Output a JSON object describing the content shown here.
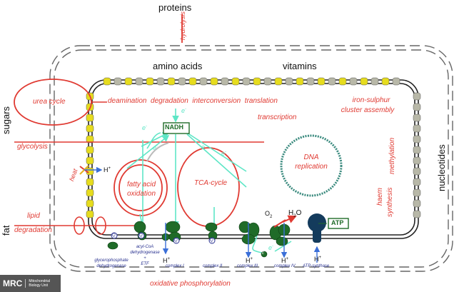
{
  "labels": {
    "proteins": "proteins",
    "hydrolysis": "hydrolysis",
    "amino_acids": "amino acids",
    "vitamins": "vitamins",
    "sugars": "sugars",
    "glycolysis": "glycolysis",
    "heat": "heat",
    "fat": "fat",
    "lipid_degradation_1": "lipid",
    "lipid_degradation_2": "degradation",
    "nucleotides": "nucleotides",
    "urea_cycle": "urea cycle",
    "membrane_processes": "deamination  degradation  interconversion  translation",
    "iron_sulphur_1": "iron-sulphur",
    "iron_sulphur_2": "cluster assembly",
    "transcription": "transcription",
    "methylation": "methylation",
    "haem_1": "haem",
    "haem_2": "synthesis",
    "nadh": "NADH",
    "electron": "e",
    "electron_sup": "-",
    "fatty_acid_1": "fatty acid",
    "fatty_acid_2": "oxidation",
    "tca_cycle": "TCA-cycle",
    "dna_1": "DNA",
    "dna_2": "replication",
    "o2": "O",
    "o2_sub": "2",
    "h2o": "H",
    "h2o_sub": "2",
    "h2o_tail": "O",
    "atp": "ATP",
    "hplus": "H",
    "hplus_sup": "+",
    "q": "Q",
    "c": "c",
    "complex_i": "complex I",
    "complex_ii": "complex II",
    "complex_iii": "complex III",
    "complex_iv": "complex IV",
    "atp_synthase": "ATP-synthase",
    "acyl_1": "acyl-CoA",
    "acyl_2": "dehydrogenase",
    "acyl_3": "+",
    "acyl_4": "ETF",
    "glycerophosphate_1": "glycerophosphate",
    "glycerophosphate_2": "dehydrogenase",
    "oxphos": "oxidative phosphorylation"
  },
  "logo": {
    "mrc": "MRC",
    "unit_1": "Mitochondrial",
    "unit_2": "Biology Unit"
  },
  "colors": {
    "red": "#e03a32",
    "cyan": "#5ee6c6",
    "green": "#1f6b28",
    "atp_blue": "#143b5c",
    "text_blue": "#27308f",
    "membrane": "#222222",
    "bead_yellow": "#e6dc1e",
    "bead_grey": "#b8b8a8",
    "dna": "#3a8a7e"
  }
}
